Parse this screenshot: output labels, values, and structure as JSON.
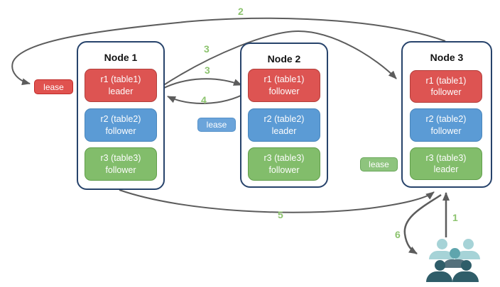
{
  "nodes": [
    {
      "title": "Node 1",
      "replicas": [
        {
          "name": "r1 (table1)",
          "role": "leader"
        },
        {
          "name": "r2 (table2)",
          "role": "follower"
        },
        {
          "name": "r3 (table3)",
          "role": "follower"
        }
      ]
    },
    {
      "title": "Node 2",
      "replicas": [
        {
          "name": "r1 (table1)",
          "role": "follower"
        },
        {
          "name": "r2 (table2)",
          "role": "leader"
        },
        {
          "name": "r3 (table3)",
          "role": "follower"
        }
      ]
    },
    {
      "title": "Node 3",
      "replicas": [
        {
          "name": "r1 (table1)",
          "role": "follower"
        },
        {
          "name": "r2 (table2)",
          "role": "follower"
        },
        {
          "name": "r3 (table3)",
          "role": "leader"
        }
      ]
    }
  ],
  "leases": [
    {
      "label": "lease",
      "color": "#e0524f"
    },
    {
      "label": "lease",
      "color": "#6ba4da"
    },
    {
      "label": "lease",
      "color": "#8ec47e"
    }
  ],
  "steps": [
    {
      "label": "1"
    },
    {
      "label": "2"
    },
    {
      "label": "3"
    },
    {
      "label": "3"
    },
    {
      "label": "4"
    },
    {
      "label": "5"
    },
    {
      "label": "6"
    }
  ],
  "icons": {
    "users": "users-group"
  },
  "colors": {
    "replica_red": "#dd5452",
    "replica_blue": "#5b9bd5",
    "replica_green": "#82bd6b",
    "node_border": "#27436b",
    "arrow_gray": "#5c5c5c",
    "step_green": "#8cc36e",
    "users_light_teal": "#a6d3d7",
    "users_mid_teal": "#5fa5ad",
    "users_dark_slate": "#2f5d69"
  }
}
